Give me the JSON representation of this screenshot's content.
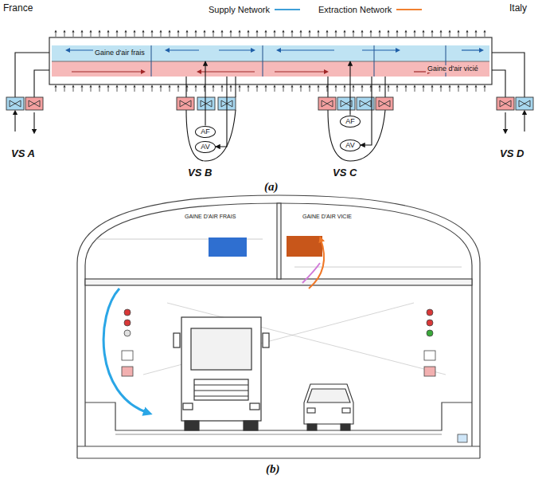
{
  "diagram": {
    "nodes": [
      {
        "text": [
          "Gaine d'air frais"
        ]
      },
      {
        "text": [
          "Gaine d'air vicié"
        ]
      },
      {
        "text": [
          "AF"
        ]
      },
      {
        "text": [
          "AV"
        ]
      },
      {
        "text": [
          "AF"
        ]
      },
      {
        "text": [
          "AV"
        ]
      }
    ],
    "edges": [
      {
        "from": 2,
        "to": 0,
        "arrow": "to"
      },
      {
        "from": 1,
        "to": 3,
        "arrow": "to"
      },
      {
        "from": 4,
        "to": 0,
        "arrow": "to"
      },
      {
        "from": 1,
        "to": 5,
        "arrow": "to"
      }
    ],
    "labels": [
      "France",
      "Italy",
      "VS A",
      "VS B",
      "VS C",
      "VS D",
      "(a)",
      "(b)",
      "GAINE D'AIR FRAIS",
      "GAINE D'AIR VICIE"
    ],
    "legend": [
      {
        "text": "Supply Network",
        "color": "#3f9fd8"
      },
      {
        "text": "Extraction Network",
        "color": "#f08030"
      }
    ]
  }
}
